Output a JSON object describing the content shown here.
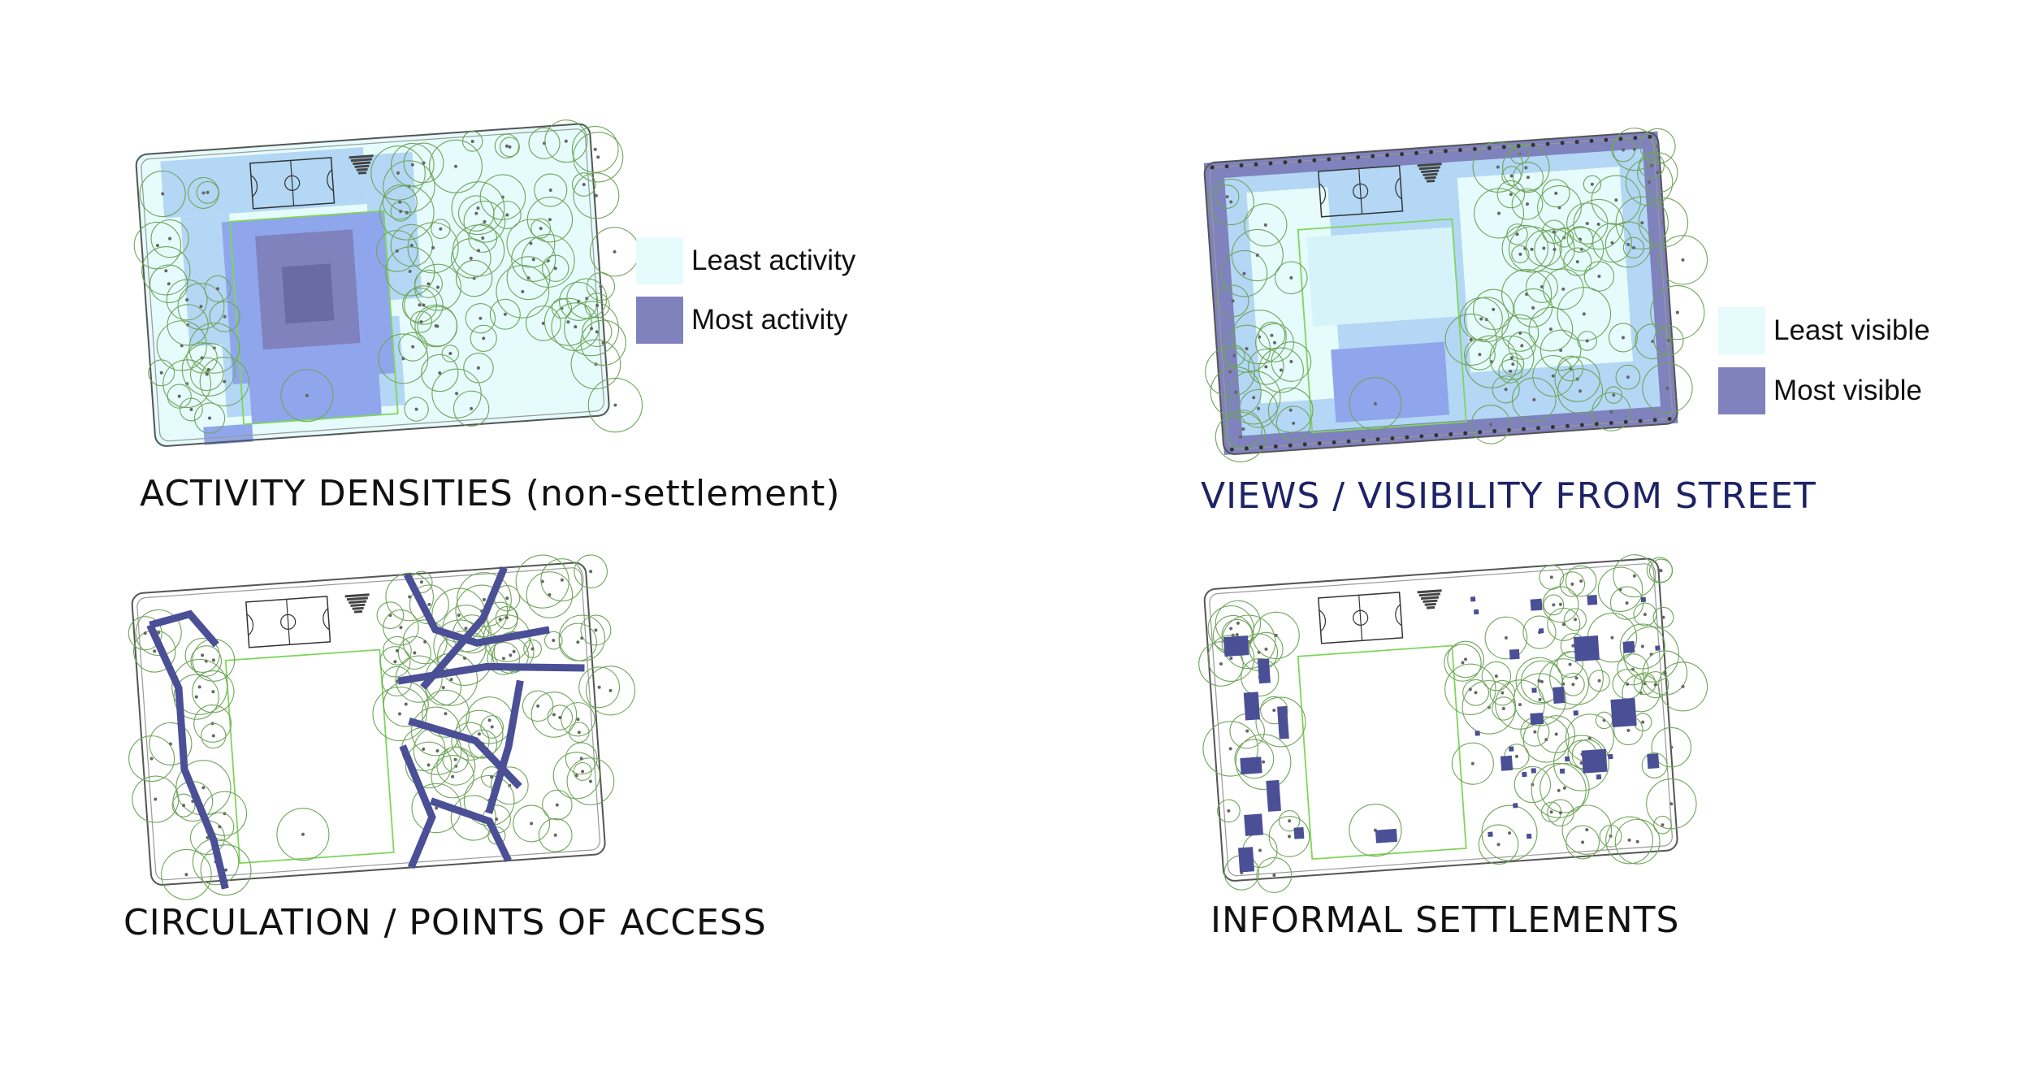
{
  "colors": {
    "least": "#e6fbfb",
    "mid": "#b3d7f5",
    "blue": "#8fa6ec",
    "most": "#7f82bd",
    "dark": "#696aa6",
    "path": "#4a4f96",
    "tree": "#6fa55a",
    "field": "#7fd65a",
    "outline": "#555555"
  },
  "panels": {
    "activity": {
      "caption": "ACTIVITY DENSITIES (non-settlement)",
      "legend_low": "Least activity",
      "legend_high": "Most activity"
    },
    "views": {
      "caption": "VIEWS / VISIBILITY FROM STREET",
      "legend_low": "Least visible",
      "legend_high": "Most visible"
    },
    "circulation": {
      "caption": "CIRCULATION / POINTS OF ACCESS"
    },
    "settlements": {
      "caption": "INFORMAL SETTLEMENTS"
    }
  }
}
